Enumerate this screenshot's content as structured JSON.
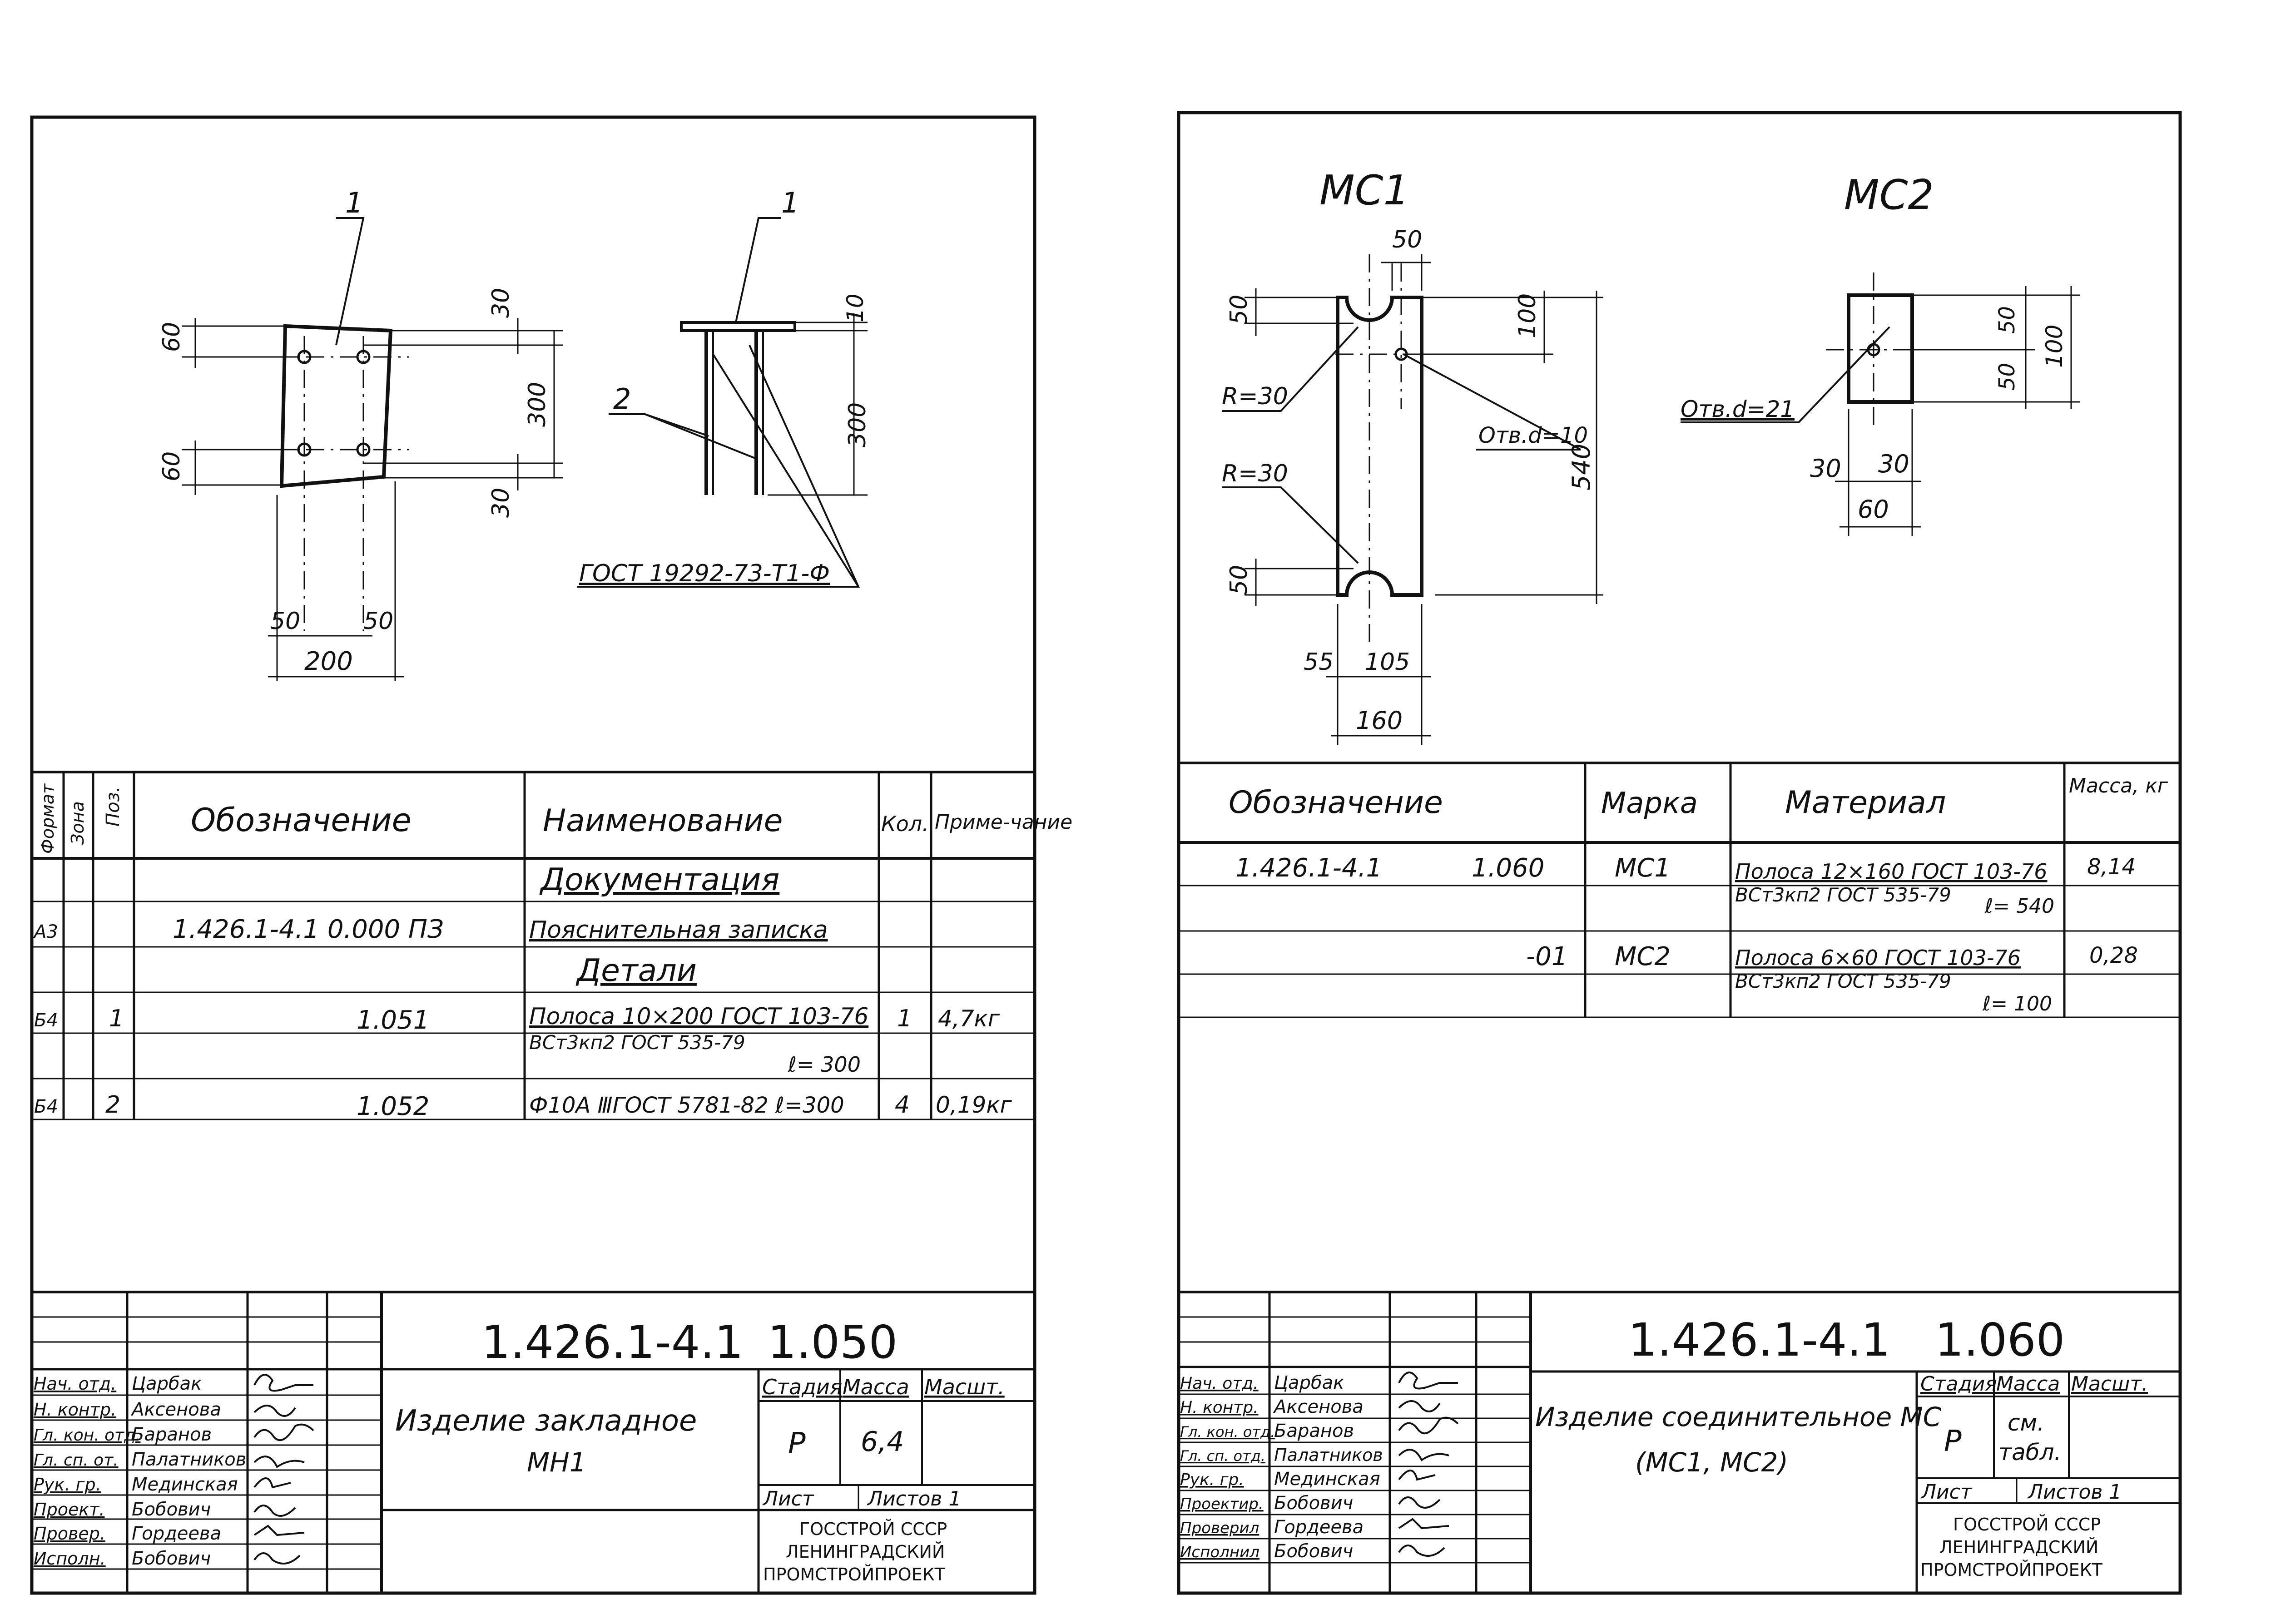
{
  "left_sheet": {
    "drawing": {
      "callout_plate": "1",
      "callout_plate_side": "1",
      "callout_bars": "2",
      "dim_60_top": "60",
      "dim_60_bottom": "60",
      "dim_30_top": "30",
      "dim_30_bottom": "30",
      "dim_300": "300",
      "dim_50_left": "50",
      "dim_50_right": "50",
      "dim_200": "200",
      "dim_10": "10",
      "dim_300_side": "300",
      "weld_note": "ГОСТ 19292-73-Т1-Ф"
    },
    "spec_headers": {
      "format": "Формат",
      "zone": "Зона",
      "pos": "Поз.",
      "designation": "Обозначение",
      "name": "Наименование",
      "qty": "Кол.",
      "note": "Приме-чание"
    },
    "spec_rows": [
      {
        "format": "",
        "zone": "",
        "pos": "",
        "designation": "",
        "name": "Документация",
        "qty": "",
        "note": ""
      },
      {
        "format": "А3",
        "zone": "",
        "pos": "",
        "designation": "1.426.1-4.1 0.000 ПЗ",
        "name": "Пояснительная записка",
        "qty": "",
        "note": ""
      },
      {
        "format": "",
        "zone": "",
        "pos": "",
        "designation": "",
        "name": "Детали",
        "qty": "",
        "note": ""
      },
      {
        "format": "Б4",
        "zone": "",
        "pos": "1",
        "designation": "1.051",
        "name": "Полоса 10×200 ГОСТ 103-76",
        "name2": "ВСт3кп2 ГОСТ 535-79",
        "name3": "ℓ= 300",
        "qty": "1",
        "note": "4,7кг"
      },
      {
        "format": "Б4",
        "zone": "",
        "pos": "2",
        "designation": "1.052",
        "name": "Ф10А ⅢГОСТ 5781-82  ℓ=300",
        "qty": "4",
        "note": "0,19кг"
      }
    ],
    "title_block": {
      "code": "1.426.1-4.1",
      "sheet_code": "1.050",
      "title_line1": "Изделие закладное",
      "title_line2": "МН1",
      "stage_label": "Стадия",
      "mass_label": "Масса",
      "scale_label": "Масшт.",
      "stage_value": "Р",
      "mass_value": "6,4",
      "sheet_label": "Лист",
      "sheets_label": "Листов 1",
      "org_line1": "ГОССТРОЙ СССР",
      "org_line2": "ЛЕНИНГРАДСКИЙ",
      "org_line3": "ПРОМСТРОЙПРОЕКТ",
      "people": [
        {
          "role": "Нач. отд.",
          "name": "Царбак"
        },
        {
          "role": "Н. контр.",
          "name": "Аксенова"
        },
        {
          "role": "Гл. кон. отд.",
          "name": "Баранов"
        },
        {
          "role": "Гл. сп. от.",
          "name": "Палатников"
        },
        {
          "role": "Рук. гр.",
          "name": "Мединская"
        },
        {
          "role": "Проект.",
          "name": "Бобович"
        },
        {
          "role": "Провер.",
          "name": "Гордеева"
        },
        {
          "role": "Исполн.",
          "name": "Бобович"
        }
      ]
    }
  },
  "right_sheet": {
    "drawing": {
      "label_mc1": "МС1",
      "label_mc2": "МС2",
      "dim_50_top": "50",
      "dim_50_left_top": "50",
      "dim_100": "100",
      "r30_top": "R=30",
      "r30_bottom": "R=30",
      "hole_10": "Отв.d=10",
      "dim_540": "540",
      "dim_50_left_bottom": "50",
      "dim_55": "55",
      "dim_105": "105",
      "dim_160": "160",
      "hole_21": "Отв.d=21",
      "dim_50_mc2": "50",
      "dim_50_mc2_b": "50",
      "dim_100_mc2": "100",
      "dim_30_left": "30",
      "dim_30_right": "30",
      "dim_60": "60"
    },
    "spec_headers": {
      "designation": "Обозначение",
      "mark": "Марка",
      "material": "Материал",
      "mass": "Масса, кг"
    },
    "spec_rows": [
      {
        "designation": "1.426.1-4.1",
        "designation2": "1.060",
        "mark": "МС1",
        "material1": "Полоса 12×160 ГОСТ 103-76",
        "material2": "ВСт3кп2 ГОСТ 535-79",
        "material3": "ℓ= 540",
        "mass": "8,14"
      },
      {
        "designation": "",
        "designation2": "-01",
        "mark": "МС2",
        "material1": "Полоса 6×60 ГОСТ 103-76",
        "material2": "ВСт3кп2 ГОСТ 535-79",
        "material3": "ℓ= 100",
        "mass": "0,28"
      }
    ],
    "title_block": {
      "code": "1.426.1-4.1",
      "sheet_code": "1.060",
      "title_line1": "Изделие соединительное МС",
      "title_line2": "(МС1, МС2)",
      "stage_label": "Стадия",
      "mass_label": "Масса",
      "scale_label": "Масшт.",
      "stage_value": "Р",
      "mass_value1": "см.",
      "mass_value2": "табл.",
      "sheet_label": "Лист",
      "sheets_label": "Листов 1",
      "org_line1": "ГОССТРОЙ СССР",
      "org_line2": "ЛЕНИНГРАДСКИЙ",
      "org_line3": "ПРОМСТРОЙПРОЕКТ",
      "people": [
        {
          "role": "Нач. отд.",
          "name": "Царбак"
        },
        {
          "role": "Н. контр.",
          "name": "Аксенова"
        },
        {
          "role": "Гл. кон. отд.",
          "name": "Баранов"
        },
        {
          "role": "Гл. сп. отд.",
          "name": "Палатников"
        },
        {
          "role": "Рук. гр.",
          "name": "Мединская"
        },
        {
          "role": "Проектир.",
          "name": "Бобович"
        },
        {
          "role": "Проверил",
          "name": "Гордеева"
        },
        {
          "role": "Исполнил",
          "name": "Бобович"
        }
      ]
    }
  }
}
